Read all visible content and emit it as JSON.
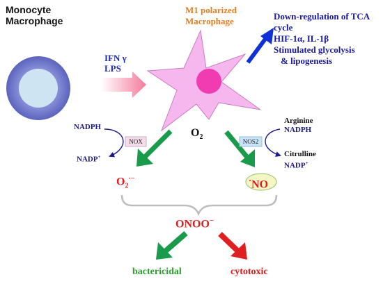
{
  "colors": {
    "orange": "#e67e22",
    "blue": "#1f2da8",
    "navy": "#1a1a8c",
    "red": "#e01b1b",
    "green": "#2ca02c",
    "green_arrow": "#1a9b4b",
    "red_arrow": "#e02020",
    "pink_cell": "#f7b3f0",
    "magenta_nucleus": "#f03cb0",
    "blue_arrow": "#1030d8",
    "monocyte_outer": "#6b73c9",
    "monocyte_inner": "#cfe4f3"
  },
  "monocyte": {
    "line1": "Monocyte",
    "line2": "Macrophage"
  },
  "stimulus": {
    "line1": "IFN γ",
    "line2": "LPS"
  },
  "m1": {
    "line1": "M1 polarized",
    "line2": "Macrophage"
  },
  "effects": {
    "line1": "Down-regulation  of TCA",
    "line2": "cycle",
    "line3": "HIF-1α,  IL-1β",
    "line4": "Stimulated glycolysis",
    "line5": "& lipogenesis"
  },
  "center": {
    "o2": "O",
    "o2_sub": "2"
  },
  "left_branch": {
    "nadph": "NADPH",
    "nadp": "NADP",
    "nadp_sup": "+",
    "enzyme": "NOX",
    "product": "O",
    "product_sub": "2",
    "product_sup": "·−"
  },
  "right_branch": {
    "arginine": "Arginine",
    "nadph": "NADPH",
    "citrulline": "Citrulline",
    "nadp": "NADP",
    "nadp_sup": "+",
    "enzyme": "NOS2",
    "product_dot": "·",
    "product": "NO"
  },
  "combined": {
    "product": "ONOO",
    "product_sup": "−"
  },
  "outcomes": {
    "left": "bactericidal",
    "right": "cytotoxic"
  }
}
